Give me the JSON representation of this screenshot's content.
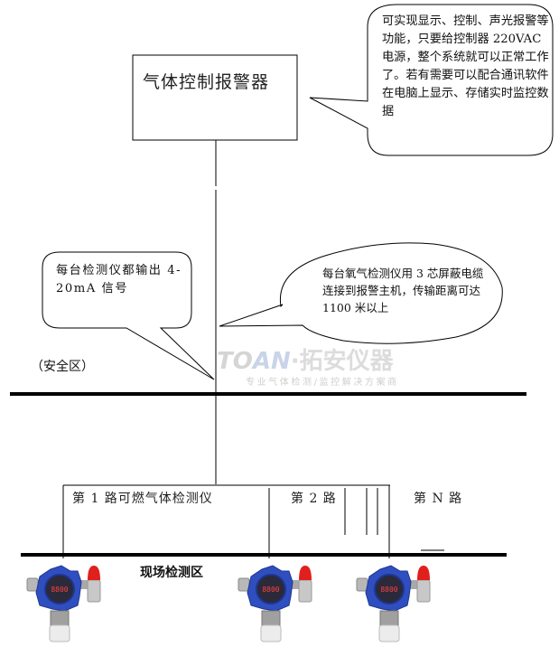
{
  "controller": {
    "title": "气体控制报警器"
  },
  "callouts": {
    "controller_note": "可实现显示、控制、声光报警等功能，只要给控制器 220VAC 电源，整个系统就可以正常工作了。若有需要可以配合通讯软件在电脑上显示、存储实时监控数据",
    "signal_note": "每台检测仪都输出 4-20mA 信号",
    "cable_note": "每台氧气检测仪用 3 芯屏蔽电缆连接到报警主机，传输距离可达 1100 米以上"
  },
  "zones": {
    "safe": "（安全区）",
    "field": "现场检测区"
  },
  "channels": [
    {
      "label": "第 1 路可燃气体检测仪"
    },
    {
      "label": "第 2 路"
    },
    {
      "label": "第 N 路"
    }
  ],
  "watermark": {
    "logo_latin_to": "TO",
    "logo_latin_an": "AN",
    "logo_cn": "·拓安仪器",
    "tagline": "专业气体检测/监控解决方案商"
  },
  "devices": [
    {
      "name": "gas-detector-1",
      "display": "8800"
    },
    {
      "name": "gas-detector-2",
      "display": "8800"
    },
    {
      "name": "gas-detector-n",
      "display": "8800"
    }
  ],
  "colors": {
    "device_body": "#2f4fc0",
    "alarm_light": "#e0201c",
    "display_digits": "#ff4040",
    "line": "#000000"
  }
}
